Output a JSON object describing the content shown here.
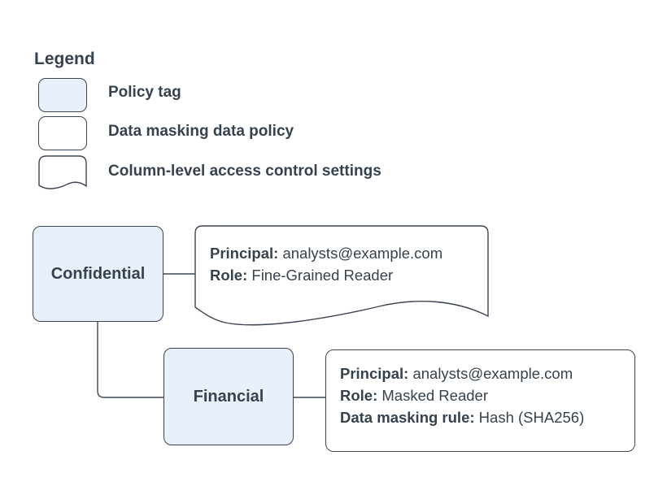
{
  "colors": {
    "policy_tag_fill": "#e8f0fe",
    "shape_fill": "#ffffff",
    "line": "#3c4653",
    "text": "#36424e",
    "background": "#ffffff"
  },
  "legend": {
    "title": "Legend",
    "items": [
      {
        "shape": "policy-tag",
        "label": "Policy tag"
      },
      {
        "shape": "data-masking-data-policy",
        "label": "Data masking data policy"
      },
      {
        "shape": "column-level-access-control-settings",
        "label": "Column-level access control settings"
      }
    ]
  },
  "diagram": {
    "policy_tags": {
      "confidential": "Confidential",
      "financial": "Financial"
    },
    "access_control_note": {
      "principal_label": "Principal:",
      "principal_value": "analysts@example.com",
      "role_label": "Role:",
      "role_value": "Fine-Grained Reader"
    },
    "data_policy_note": {
      "principal_label": "Principal:",
      "principal_value": "analysts@example.com",
      "role_label": "Role:",
      "role_value": "Masked Reader",
      "rule_label": "Data masking rule:",
      "rule_value": "Hash (SHA256)"
    }
  }
}
